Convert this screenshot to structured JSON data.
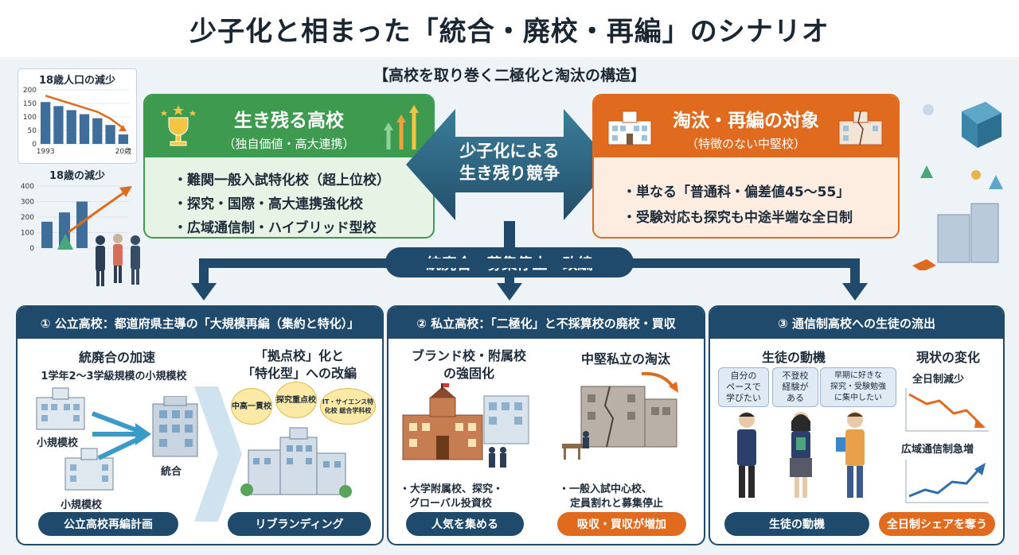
{
  "title": "少子化と相まった「統合・廃校・再編」のシナリオ",
  "subtitle": "【高校を取り巻く二極化と淘汰の構造】",
  "colors": {
    "navy": "#1f4a6b",
    "green": "#3d9a4e",
    "orange": "#e06b1f",
    "center": "#2f6a86"
  },
  "mini_chart_1": {
    "chart_data": {
      "type": "bar",
      "title": "18歳人口の減少",
      "categories": [
        "1993",
        "",
        "",
        "",
        "",
        "",
        "20歳"
      ],
      "values": [
        155,
        140,
        125,
        110,
        95,
        70,
        35
      ],
      "yticks": [
        "200",
        "150",
        "100",
        "50",
        "0"
      ],
      "ylim": [
        0,
        200
      ]
    }
  },
  "mini_chart_2": {
    "chart_data": {
      "type": "bar",
      "title": "18歳の減少",
      "values": [
        170,
        230,
        300
      ],
      "yticks": [
        "400",
        "300",
        "200",
        "100",
        "0"
      ],
      "ylim": [
        0,
        400
      ]
    }
  },
  "survive": {
    "title": "生き残る高校",
    "sub": "（独自価値・高大連携）",
    "items": [
      "・難関一般入試特化校（超上位校）",
      "・探究・国際・高大連携強化校",
      "・広域通信制・ハイブリッド型校"
    ]
  },
  "center": {
    "line1": "少子化による",
    "line2": "生き残り競争"
  },
  "eliminate": {
    "title": "淘汰・再編の対象",
    "sub": "（特徴のない中堅校）",
    "items": [
      "・単なる「普通科・偏差値45～55」",
      "・受験対応も探究も中途半端な全日制"
    ]
  },
  "flow_label": "統廃合・募集停止・改編",
  "panel1": {
    "head": "① 公立高校：都道府県主導の「大規模再編（集約と特化）」",
    "left_title": "統廃合の加速",
    "left_sub": "1学年2～3学級規模の小規模校",
    "small1": "小規模校",
    "small2": "小規模校",
    "merge": "統合",
    "right_title1": "「拠点校」化と",
    "right_title2": "「特化型」への改編",
    "bubbles": [
      "中高一貫校",
      "探究重点校",
      "IT・サイエンス特化校 総合学科校"
    ],
    "pill_left": "公立高校再編計画",
    "pill_right": "リブランディング"
  },
  "panel2": {
    "head": "② 私立高校：「二極化」と不採算校の廃校・買収",
    "left_title1": "ブランド校・附属校",
    "left_title2": "の強固化",
    "left_note1": "・大学附属校、探究・",
    "left_note2": "グローバル投資校",
    "right_title": "中堅私立の淘汰",
    "right_note1": "・一般入試中心校、",
    "right_note2": "定員割れと募集停止",
    "pill_left": "人気を集める",
    "pill_right": "吸収・買収が増加"
  },
  "panel3": {
    "head": "③ 通信制高校への生徒の流出",
    "left_title": "生徒の動機",
    "motives": [
      [
        "自分の",
        "ペースで",
        "学びたい"
      ],
      [
        "不登校",
        "経験が",
        "ある"
      ],
      [
        "早期に好きな",
        "探究・受験勉強",
        "に集中したい"
      ]
    ],
    "right_title": "現状の変化",
    "trend1": "全日制減少",
    "trend2": "広域通信制急増",
    "pill_left": "生徒の動機",
    "pill_right": "全日制シェアを奪う"
  }
}
